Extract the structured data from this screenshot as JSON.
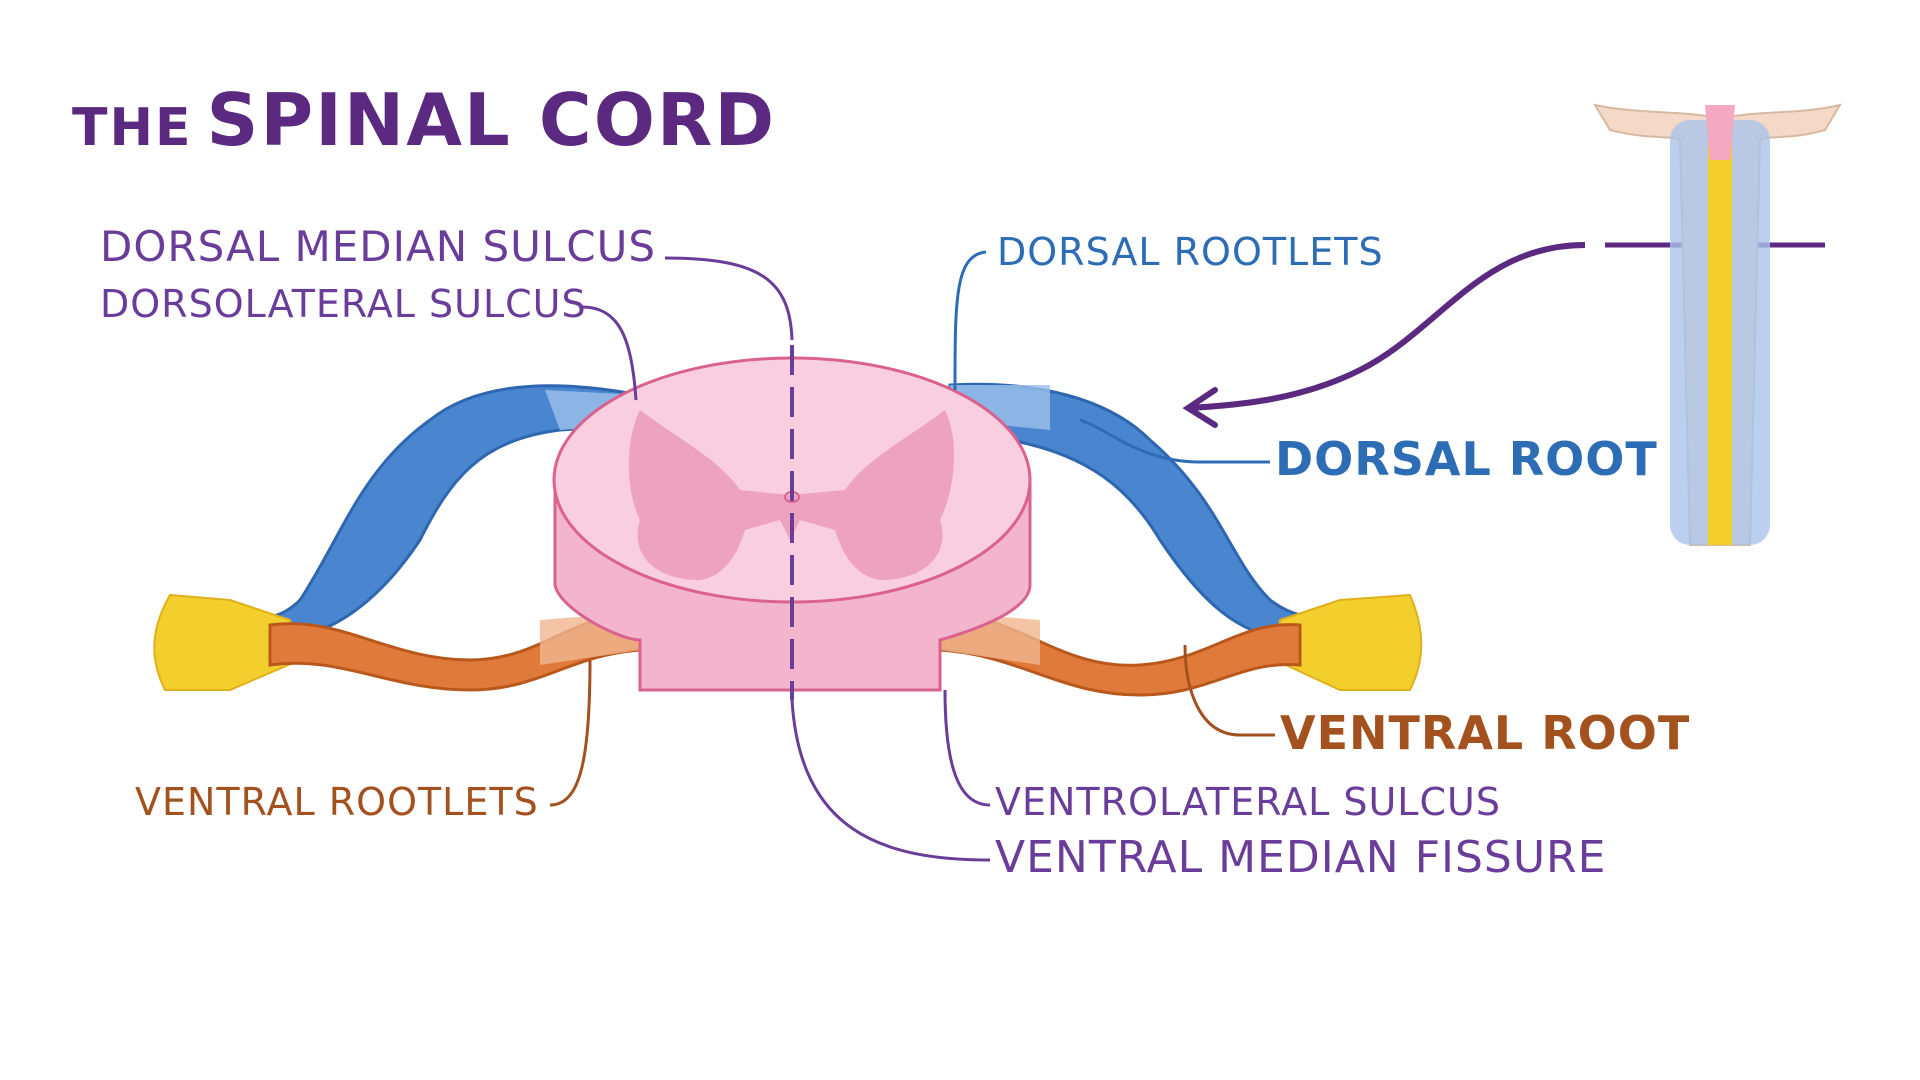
{
  "title": {
    "prefix": "THE",
    "main": "SPINAL CORD"
  },
  "labels": {
    "dorsal_median_sulcus": "DORSAL MEDIAN SULCUS",
    "dorsolateral_sulcus": "DORSOLATERAL SULCUS",
    "dorsal_rootlets": "DORSAL ROOTLETS",
    "dorsal_root": "DORSAL ROOT",
    "ventral_root": "VENTRAL ROOT",
    "ventral_rootlets": "VENTRAL ROOTLETS",
    "ventrolateral_sulcus": "VENTROLATERAL SULCUS",
    "ventral_median_fissure": "VENTRAL MEDIAN FISSURE"
  },
  "colors": {
    "title": "#5b2a80",
    "label_purple": "#6a3d9a",
    "label_blue": "#2d6db5",
    "label_brown": "#a3521f",
    "cord_pink": "#f7c6d9",
    "grey_matter": "#eda3bd",
    "dorsal_root": "#4a86d0",
    "ventral_root": "#e07a3a",
    "spinal_nerve": "#f3cf2e"
  }
}
